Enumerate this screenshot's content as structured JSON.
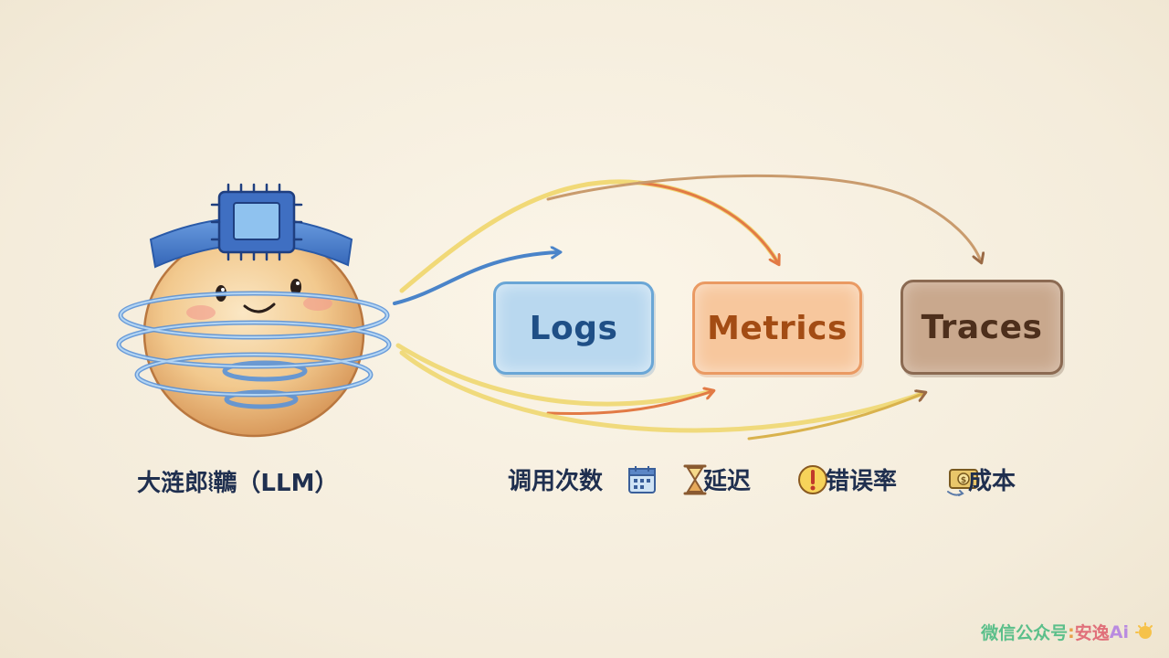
{
  "boxes": {
    "logs": "Logs",
    "metrics": "Metrics",
    "traces": "Traces"
  },
  "llm_label": "大涟郎⦚韀（LLM）",
  "metrics_row": [
    {
      "label": "调用次数",
      "icon": "calendar-icon"
    },
    {
      "label": "延迟",
      "icon": "hourglass-icon"
    },
    {
      "label": "错误率",
      "icon": "warning-icon"
    },
    {
      "label": "成本",
      "icon": "money-icon"
    }
  ],
  "watermark": {
    "part1": "微信公众号",
    "sep": ":",
    "part2": "安逸",
    "part3": "Ai"
  },
  "colors": {
    "logs": "#6aa6d6",
    "metrics": "#ea9a63",
    "traces": "#8b6a52",
    "background": "#f6efe0"
  }
}
